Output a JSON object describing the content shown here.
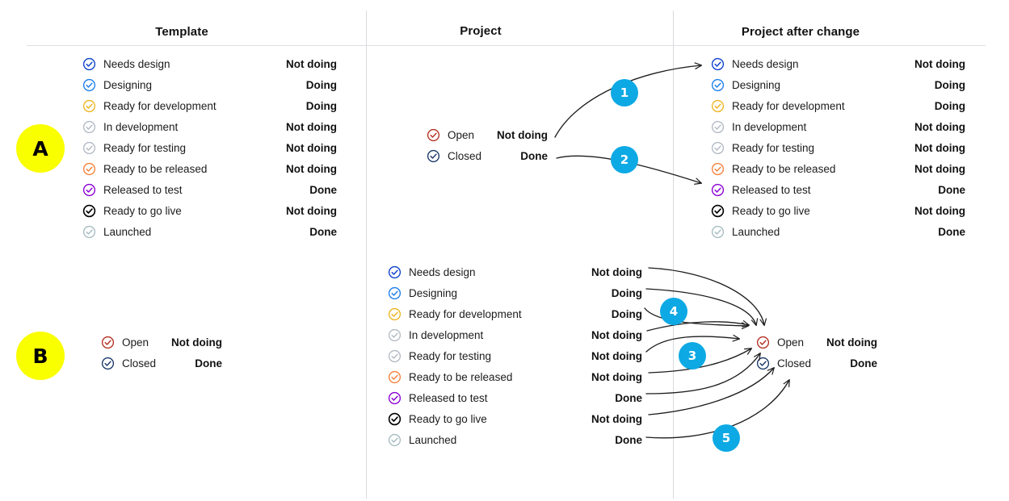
{
  "columns": [
    {
      "id": "template",
      "title": "Template"
    },
    {
      "id": "project",
      "title": "Project"
    },
    {
      "id": "project_after_change",
      "title": "Project after change"
    }
  ],
  "markers": [
    {
      "id": "a",
      "label": "A"
    },
    {
      "id": "b",
      "label": "B"
    }
  ],
  "icon_colors": {
    "blue_dark": "#0b41cd",
    "blue": "#1c7ee8",
    "gold": "#edb521",
    "grey": "#b3bac5",
    "orange": "#f6823c",
    "purple": "#8a00d4",
    "black": "#000000",
    "grey_green": "#a7bcc3",
    "red_open": "#b53223",
    "navy_closed": "#1b3a6b"
  },
  "bubble_color": "#0da9e4",
  "marker_color": "#faff00",
  "statuses": {
    "template_workflow": [
      {
        "name": "Needs design",
        "value": "Not doing",
        "icon": "check-circle-icon",
        "color": "blue_dark"
      },
      {
        "name": "Designing",
        "value": "Doing",
        "icon": "check-circle-icon",
        "color": "blue"
      },
      {
        "name": "Ready for development",
        "value": "Doing",
        "icon": "check-circle-icon",
        "color": "gold"
      },
      {
        "name": "In development",
        "value": "Not doing",
        "icon": "check-circle-icon",
        "color": "grey"
      },
      {
        "name": "Ready for testing",
        "value": "Not doing",
        "icon": "check-circle-icon",
        "color": "grey"
      },
      {
        "name": "Ready to be released",
        "value": "Not doing",
        "icon": "check-circle-icon",
        "color": "orange"
      },
      {
        "name": "Released to test",
        "value": "Done",
        "icon": "check-circle-icon",
        "color": "purple"
      },
      {
        "name": "Ready to go live",
        "value": "Not doing",
        "icon": "check-circle-icon",
        "color": "black"
      },
      {
        "name": "Launched",
        "value": "Done",
        "icon": "check-circle-icon",
        "color": "grey_green"
      }
    ],
    "simple_workflow": [
      {
        "name": "Open",
        "value": "Not doing",
        "icon": "check-circle-icon",
        "color": "red_open"
      },
      {
        "name": "Closed",
        "value": "Done",
        "icon": "check-circle-icon",
        "color": "navy_closed"
      }
    ]
  },
  "callouts": [
    {
      "number": "1"
    },
    {
      "number": "2"
    },
    {
      "number": "3"
    },
    {
      "number": "4"
    },
    {
      "number": "5"
    }
  ]
}
